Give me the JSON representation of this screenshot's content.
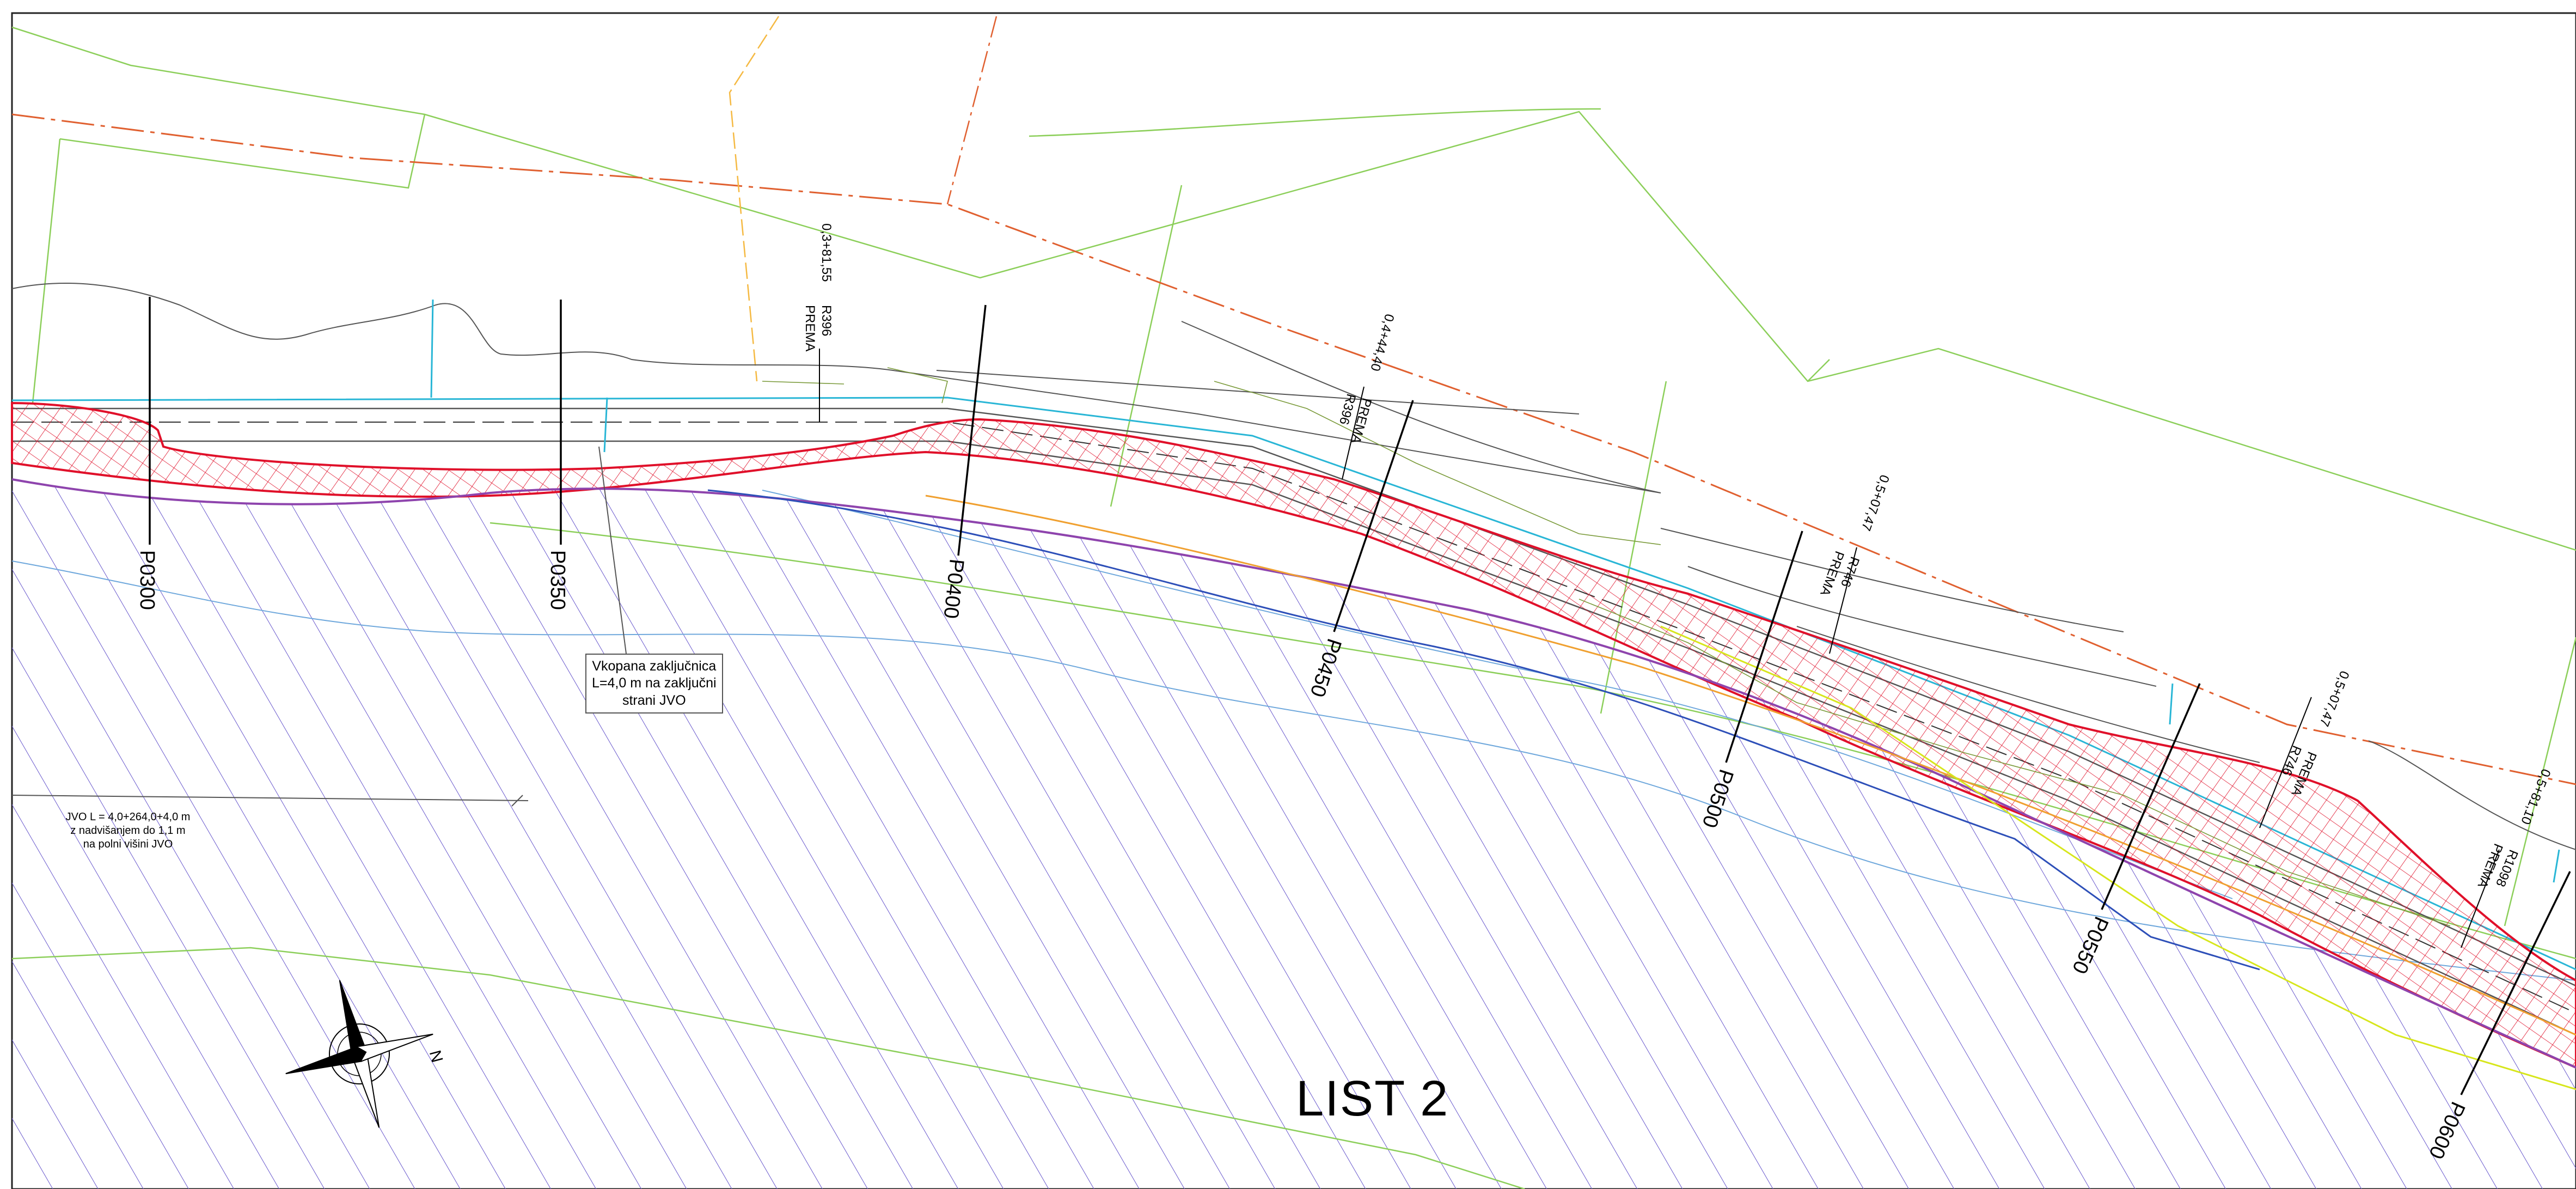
{
  "sheet": {
    "title": "LIST 2"
  },
  "profiles": [
    "P0300",
    "P0350",
    "P0400",
    "P0450",
    "P0500",
    "P0550",
    "P0600"
  ],
  "stations": [
    {
      "chainage": "0,3+81,55",
      "code": "R396",
      "note": "PREMA"
    },
    {
      "chainage": "0,4+44,40",
      "code": "R396",
      "note": "PREMA"
    },
    {
      "chainage": "0,5+07,47",
      "code": "R746",
      "note": "PREMA"
    },
    {
      "chainage": "0,5+07,47",
      "code": "R746",
      "note": "PREMA"
    },
    {
      "chainage": "0,5+81,10",
      "code": "R1098",
      "note": "PREMA"
    }
  ],
  "callouts": {
    "anchor_lines": [
      "Vkopana zaključnica",
      "L=4,0 m na zaključni",
      "strani JVO"
    ],
    "jvo_lines": [
      "JVO  L = 4,0+264,0+4,0 m",
      "z nadvišanjem do 1,1 m",
      "na polni višini JVO"
    ]
  },
  "compass": {
    "north_label": "N"
  },
  "colors": {
    "hatch_purple": "#6a5acd",
    "road_red": "#e0102a",
    "cadastre_green": "#8ccf5a",
    "axis_orange": "#e06030",
    "water_cyan": "#29b6d6",
    "terrain_gray": "#555555"
  }
}
